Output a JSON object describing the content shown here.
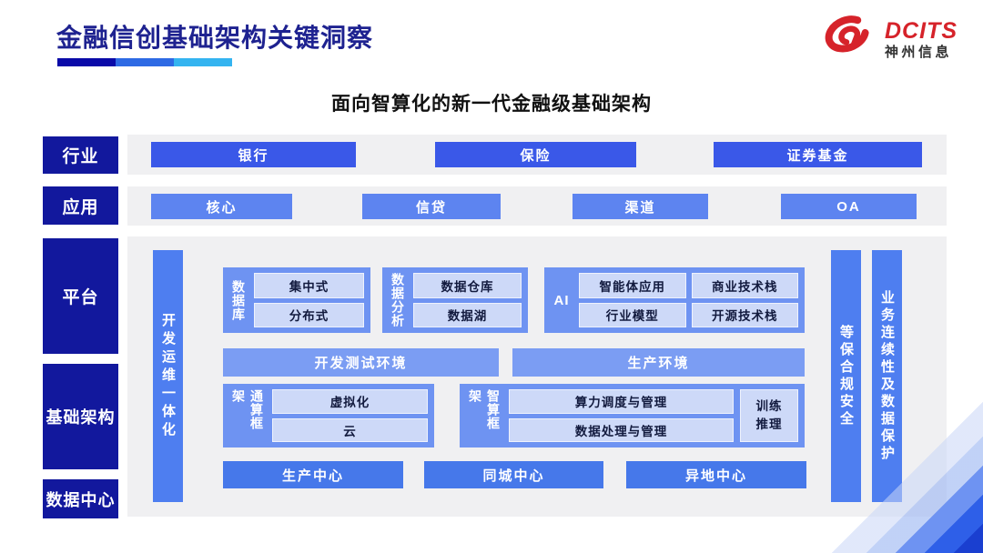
{
  "page": {
    "title": "金融信创基础架构关键洞察",
    "subtitle": "面向智算化的新一代金融级基础架构"
  },
  "logo": {
    "brand": "DCITS",
    "company": "神州信息"
  },
  "rail": {
    "industry": "行业",
    "application": "应用",
    "platform": "平台",
    "infrastructure": "基础架构",
    "datacenter": "数据中心"
  },
  "industry_row": {
    "items": [
      "银行",
      "保险",
      "证券基金"
    ]
  },
  "application_row": {
    "items": [
      "核心",
      "信贷",
      "渠道",
      "OA"
    ]
  },
  "platform_area": {
    "devops_bar": "开发运维一体化",
    "database": {
      "label": "数据库",
      "items": [
        "集中式",
        "分布式"
      ]
    },
    "analytics": {
      "label": "数据分析",
      "items": [
        "数据仓库",
        "数据湖"
      ]
    },
    "ai": {
      "label": "AI",
      "items": [
        "智能体应用",
        "商业技术栈",
        "行业模型",
        "开源技术栈"
      ]
    },
    "environments": [
      "开发测试环境",
      "生产环境"
    ],
    "general_framework": {
      "label": "通算框架",
      "items": [
        "虚拟化",
        "云"
      ]
    },
    "smart_framework": {
      "label": "智算框架",
      "items": [
        "算力调度与管理",
        "数据处理与管理"
      ],
      "side": "训练推理"
    },
    "centers": [
      "生产中心",
      "同城中心",
      "异地中心"
    ]
  },
  "right_bars": [
    "等保合规安全",
    "业务连续性及数据保护"
  ],
  "colors": {
    "rail_navy": "#12189d",
    "title_navy": "#1e2290",
    "industry_button": "#3a58e8",
    "application_button": "#5d84f0",
    "group_bg": "#6e93f2",
    "inner_box_bg": "#cdd9f8",
    "env_bar_bg": "#7b9df3",
    "center_button_bg": "#4678ea",
    "side_bar_bg": "#4e7ef0",
    "panel_bg": "#f0f0f2",
    "logo_red": "#d6232a",
    "underline": [
      "#0a0aa8",
      "#2e6ae4",
      "#34b4f0"
    ]
  }
}
